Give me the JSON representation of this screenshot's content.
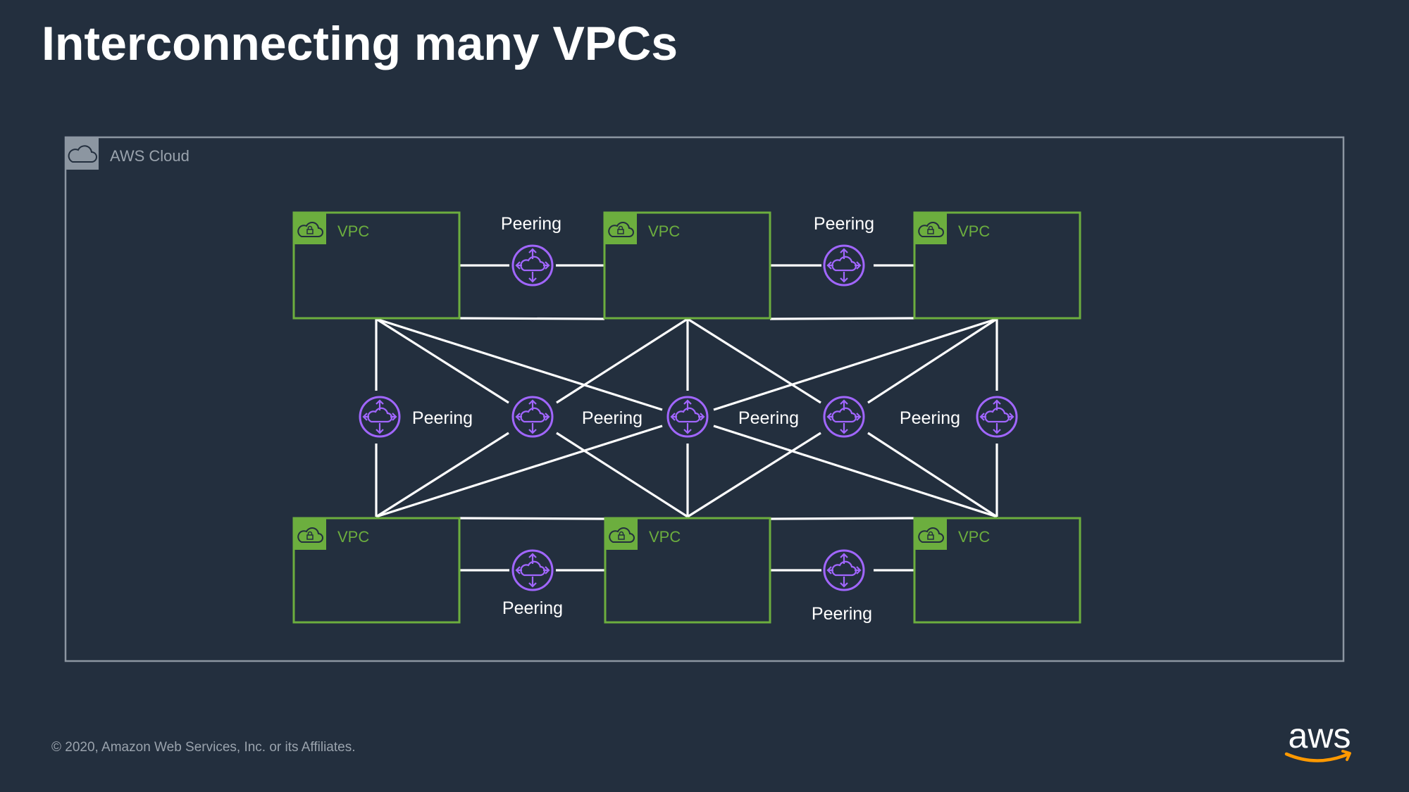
{
  "title": "Interconnecting many VPCs",
  "cloud": {
    "label": "AWS Cloud",
    "icon": "cloud-icon"
  },
  "vpcs": [
    {
      "label": "VPC",
      "row": "top",
      "col": 1
    },
    {
      "label": "VPC",
      "row": "top",
      "col": 2
    },
    {
      "label": "VPC",
      "row": "top",
      "col": 3
    },
    {
      "label": "VPC",
      "row": "bottom",
      "col": 1
    },
    {
      "label": "VPC",
      "row": "bottom",
      "col": 2
    },
    {
      "label": "VPC",
      "row": "bottom",
      "col": 3
    }
  ],
  "peering_label": "Peering",
  "peerings": [
    {
      "label": "Peering"
    },
    {
      "label": "Peering"
    },
    {
      "label": "Peering"
    },
    {
      "label": "Peering"
    },
    {
      "label": "Peering"
    },
    {
      "label": "Peering"
    },
    {
      "label": "Peering"
    },
    {
      "label": "Peering"
    }
  ],
  "footer": "© 2020, Amazon Web Services, Inc. or its Affiliates.",
  "logo": {
    "text": "aws",
    "icon": "aws-logo"
  },
  "colors": {
    "background": "#232f3e",
    "vpc_green": "#6cae3e",
    "peering_purple": "#a166ff",
    "cloud_gray": "#8c96a1",
    "line": "#ffffff"
  }
}
